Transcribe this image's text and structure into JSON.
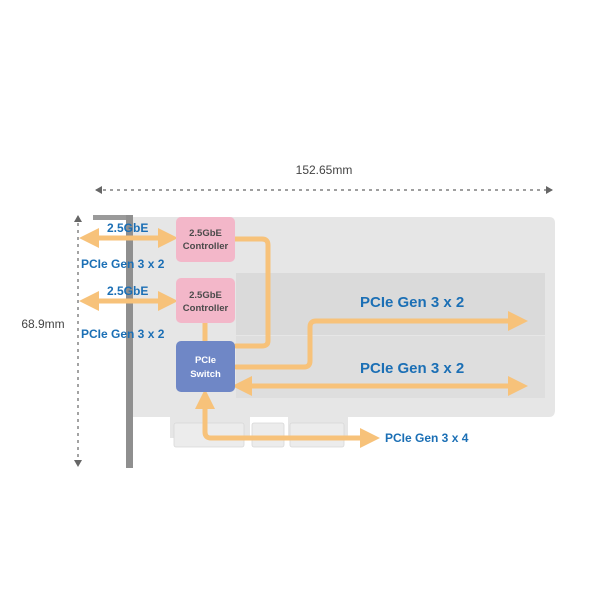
{
  "dimensions": {
    "width": "152.65mm",
    "height": "68.9mm"
  },
  "chips": {
    "controller1": {
      "line1": "2.5GbE",
      "line2": "Controller"
    },
    "controller2": {
      "line1": "2.5GbE",
      "line2": "Controller"
    },
    "switch": {
      "line1": "PCIe",
      "line2": "Switch"
    }
  },
  "labels": {
    "port1_speed": "2.5GbE",
    "port1_link": "PCIe Gen 3 x 2",
    "port2_speed": "2.5GbE",
    "port2_link": "PCIe Gen 3 x 2",
    "slot1_link": "PCIe Gen 3 x 2",
    "slot2_link": "PCIe Gen 3 x 2",
    "host_link": "PCIe Gen 3 x 4"
  },
  "colors": {
    "arrow": "#f7c27a",
    "label_blue": "#1b6fb5",
    "controller_fill": "#f3b7c9",
    "switch_fill": "#6f87c6",
    "board": "#e6e6e6",
    "slot_band": "#d9d9d9",
    "bracket": "#8f8f8f"
  }
}
